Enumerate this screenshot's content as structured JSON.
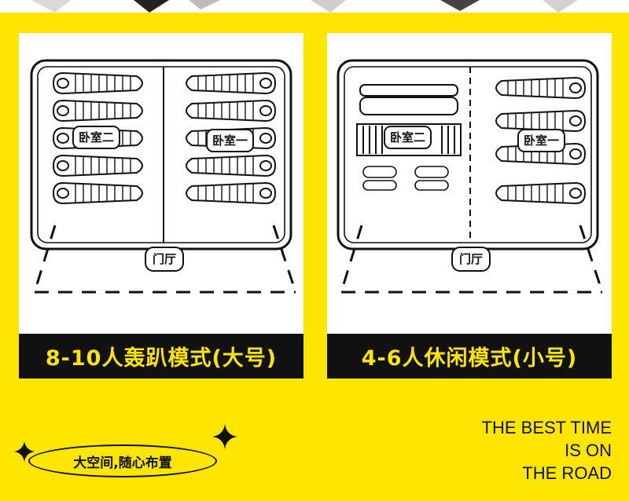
{
  "layouts": [
    {
      "caption": "8-10人轰趴模式(大号)",
      "bedroom_two": "卧室二",
      "bedroom_one": "卧室一",
      "hall": "门厅"
    },
    {
      "caption": "4-6人休闲模式(小号)",
      "bedroom_two": "卧室二",
      "bedroom_one": "卧室一",
      "hall": "门厅"
    }
  ],
  "tagline": "大空间,随心布置",
  "slogan": [
    "THE BEST TIME",
    "IS ON",
    "THE ROAD"
  ],
  "colors": {
    "background": "#ffe600",
    "caption_bg": "#111111",
    "caption_text": "#ffe600",
    "outline": "#111111"
  },
  "icons": [
    "sleeping-bag-icon",
    "sofa-icon",
    "pillow-icon",
    "sparkle-icon"
  ]
}
